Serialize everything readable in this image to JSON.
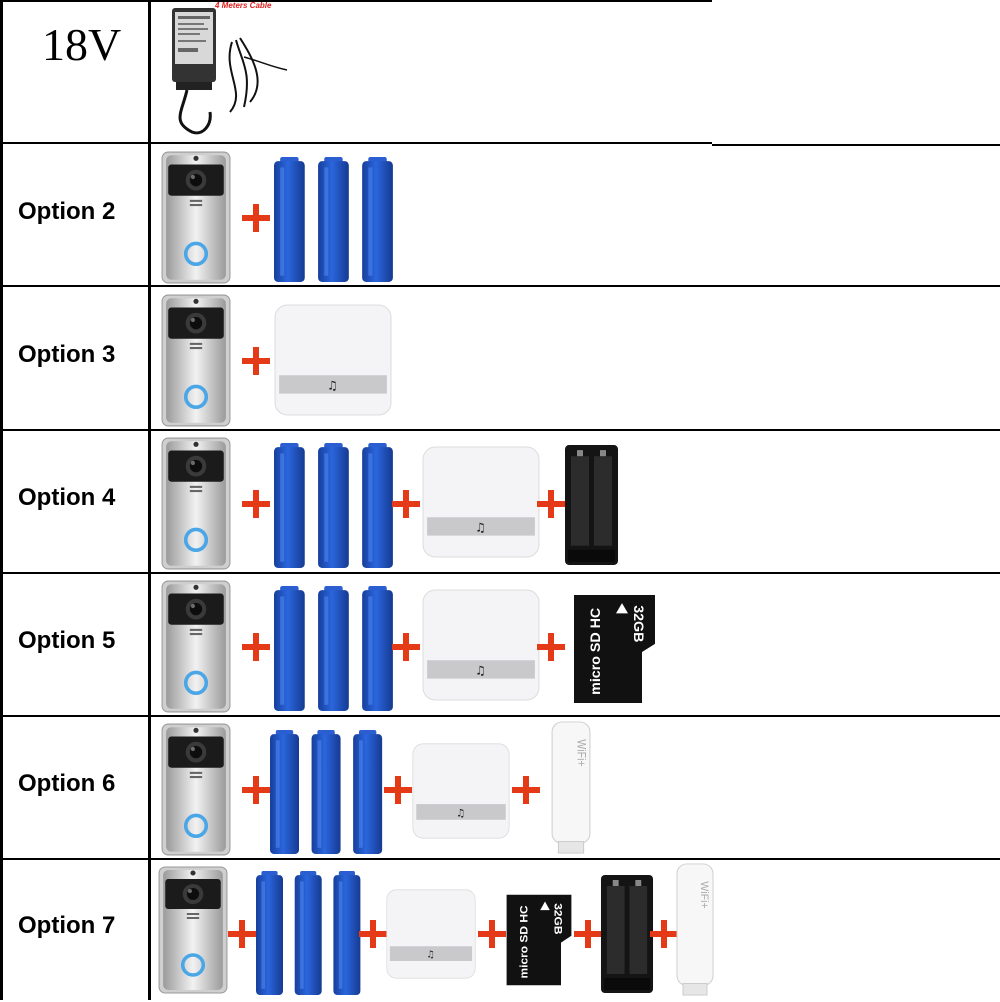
{
  "header_row": {
    "voltage_label": "18V",
    "cable_caption": "4 Meters Cable"
  },
  "options": [
    {
      "label": "Option 2",
      "items": [
        "doorbell",
        "batteries"
      ]
    },
    {
      "label": "Option 3",
      "items": [
        "doorbell",
        "chime"
      ]
    },
    {
      "label": "Option 4",
      "items": [
        "doorbell",
        "batteries",
        "chime",
        "charger"
      ]
    },
    {
      "label": "Option 5",
      "items": [
        "doorbell",
        "batteries",
        "chime",
        "sd-card"
      ]
    },
    {
      "label": "Option 6",
      "items": [
        "doorbell",
        "batteries",
        "chime",
        "wifi-repeater"
      ]
    },
    {
      "label": "Option 7",
      "items": [
        "doorbell",
        "batteries",
        "chime",
        "sd-card",
        "charger",
        "wifi-repeater"
      ]
    }
  ],
  "sd_card": {
    "capacity": "32GB",
    "brand": "micro SD HC"
  },
  "wifi_repeater": {
    "text": "WiFi+"
  },
  "colors": {
    "plus": "#e53a17",
    "battery": "#1f56c7",
    "lines": "#000000"
  }
}
